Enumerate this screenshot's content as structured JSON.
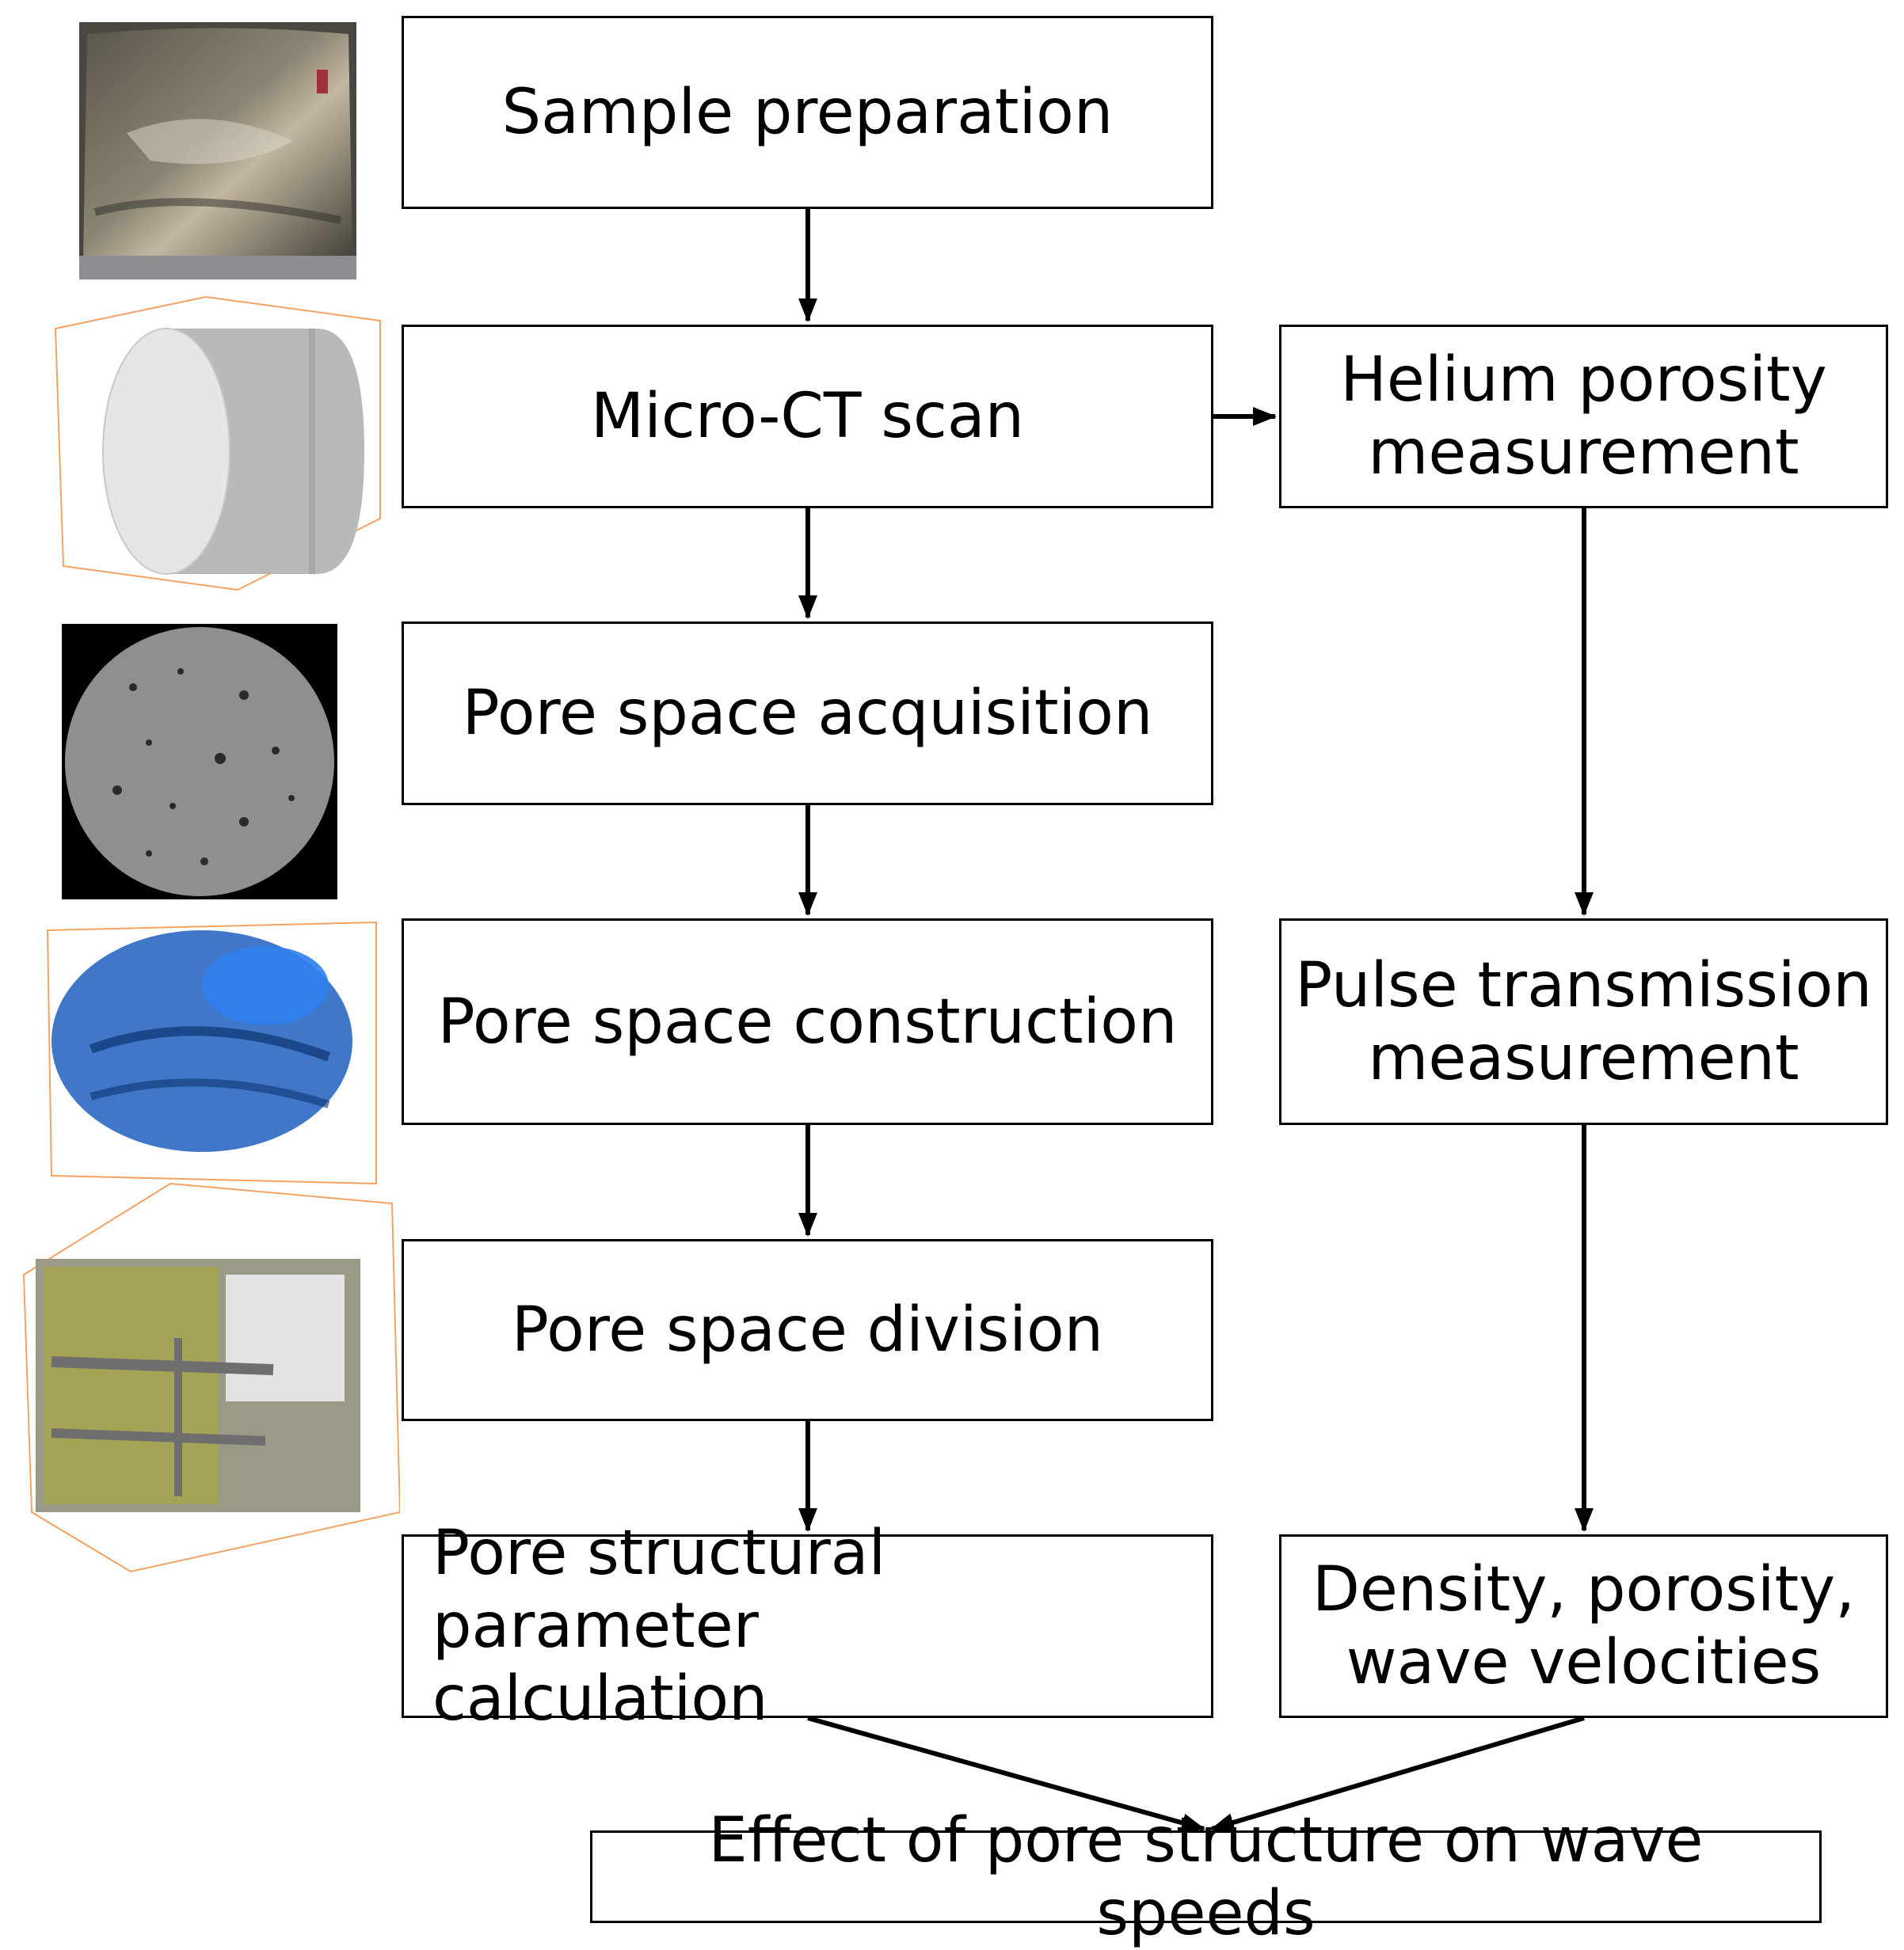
{
  "steps": {
    "sample_preparation": "Sample preparation",
    "micro_ct_scan": "Micro-CT scan",
    "pore_space_acquisition": "Pore space acquisition",
    "pore_space_construction": "Pore space construction",
    "pore_space_division": "Pore space division",
    "pore_structural_parameter": "Pore structural parameter\ncalculation",
    "helium_porosity": "Helium porosity\nmeasurement",
    "pulse_transmission": "Pulse transmission\nmeasurement",
    "density_porosity_velocities": "Density, porosity,\nwave velocities",
    "effect": "Effect of pore structure on wave speeds"
  },
  "colors": {
    "box_border": "#000000",
    "arrow": "#000000",
    "pore_blue": "#1f5fbf",
    "bbox_orange": "#f4a261"
  }
}
